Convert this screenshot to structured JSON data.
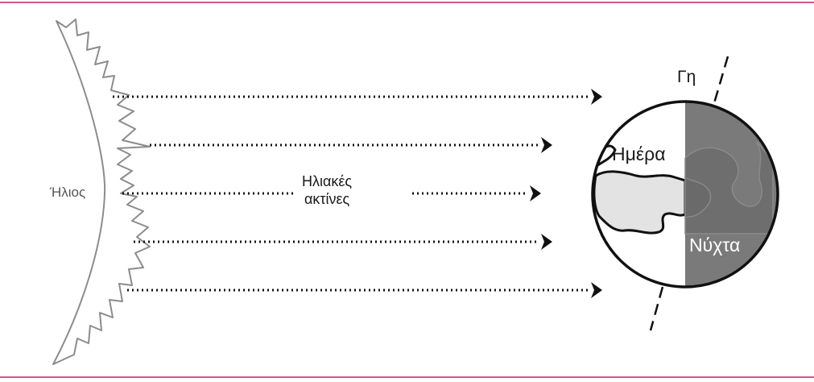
{
  "diagram": {
    "sun_label": "Ήλιος",
    "rays_label_line1": "Ηλιακές",
    "rays_label_line2": "ακτίνες",
    "earth_label": "Γη",
    "day_label": "Ημέρα",
    "night_label": "Νύχτα"
  },
  "colors": {
    "frame_pink": "#d9538a",
    "sun_outline": "#8c8c8c",
    "night_fill": "#7a7a7a",
    "continent_day": "#e3e3e3",
    "ray_color": "#111111"
  }
}
